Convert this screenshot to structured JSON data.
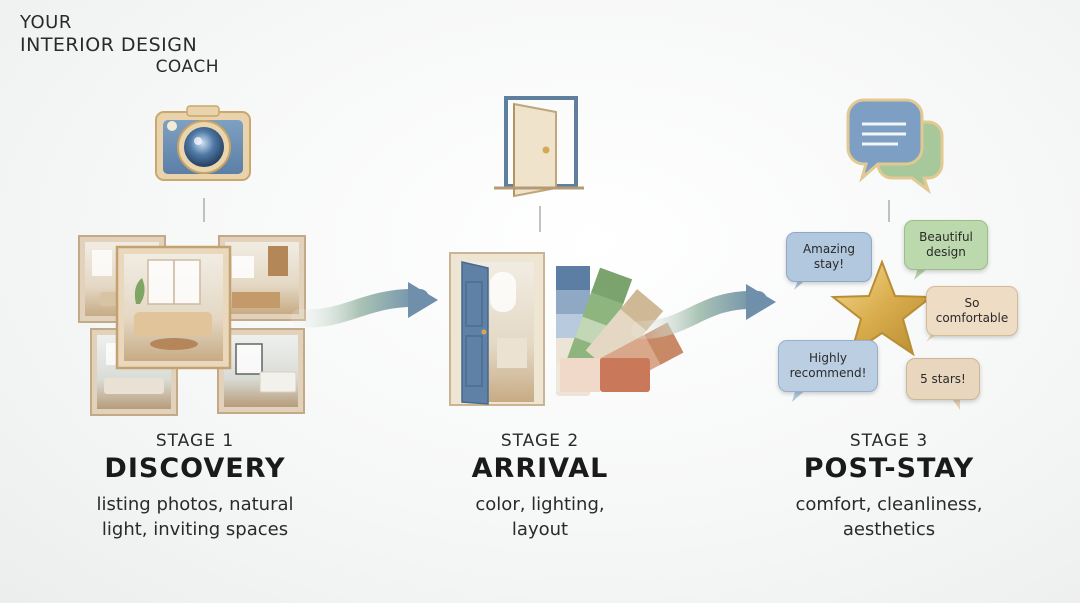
{
  "brand": {
    "line1": "YOUR",
    "line2": "INTERIOR DESIGN",
    "line3": "COACH"
  },
  "stages": [
    {
      "num": "STAGE 1",
      "title": "DISCOVERY",
      "desc_line1": "listing photos, natural",
      "desc_line2": "light, inviting spaces"
    },
    {
      "num": "STAGE 2",
      "title": "ARRIVAL",
      "desc_line1": "color, lighting,",
      "desc_line2": "layout"
    },
    {
      "num": "STAGE 3",
      "title": "POST-STAY",
      "desc_line1": "comfort, cleanliness,",
      "desc_line2": "aesthetics"
    }
  ],
  "reviews": [
    {
      "l1": "Amazing",
      "l2": "stay!"
    },
    {
      "l1": "Beautiful",
      "l2": "design"
    },
    {
      "l1": "So",
      "l2": "comfortable"
    },
    {
      "l1": "Highly",
      "l2": "recommend!"
    },
    {
      "l1": "5 stars!",
      "l2": ""
    }
  ],
  "icons": {
    "stage1": "camera-icon",
    "stage2": "door-icon",
    "stage3": "chat-bubbles-icon"
  },
  "colors": {
    "blue": "#6f8fb0",
    "green": "#9ec294",
    "gold": "#d8b45c",
    "tan": "#e6cfae"
  }
}
